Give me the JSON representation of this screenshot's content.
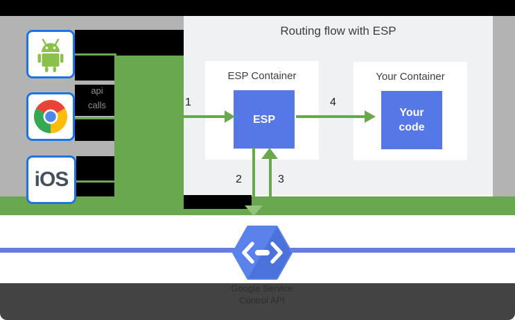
{
  "overlay_panel": {
    "title": "Routing flow with ESP",
    "esp_container": {
      "label": "ESP Container",
      "box_label": "ESP"
    },
    "your_container": {
      "label": "Your Container",
      "box_line1": "Your",
      "box_line2": "code"
    },
    "steps": {
      "s1": "1",
      "s2": "2",
      "s3": "3",
      "s4": "4"
    }
  },
  "clients": {
    "android_icon": "android-robot-icon",
    "chrome_icon": "chrome-browser-icon",
    "ios_label": "iOS",
    "calls_label_line1": "api",
    "calls_label_line2": "calls"
  },
  "service": {
    "icon": "cloud-endpoints-hexagon-icon",
    "line1": "Google Service",
    "line2": "Control API"
  },
  "colors": {
    "green": "#6aa84f",
    "arrowhead_light_green": "#93c47d",
    "panel_background": "#eff1f2",
    "gray_background": "#b3b3b4",
    "blue_box": "#5678e7",
    "client_border_blue": "#1a73e8",
    "blue_line": "#657ee2",
    "hexagon_blue": "#5b82ea",
    "hexagon_shadow_blue": "#4b71da",
    "dark_bottom_bar": "#434343",
    "android_green": "#8bc04a"
  }
}
